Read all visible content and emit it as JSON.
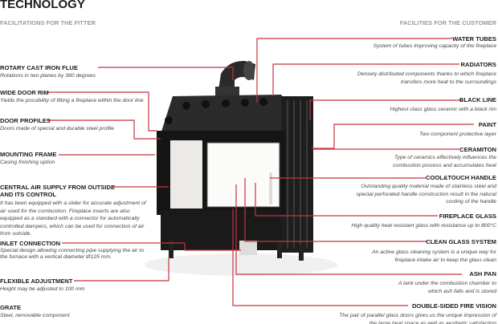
{
  "title": "TECHNOLOGY",
  "left_heading": "FACILITATIONS FOR THE FITTER",
  "right_heading": "FACILITIES FOR THE CUSTOMER",
  "accent": "#c8343f",
  "left": [
    {
      "h": "ROTARY CAST IRON FLUE",
      "d": "Rotations in two planes by 360 degrees"
    },
    {
      "h": "WIDE DOOR RIM",
      "d": "Yields the possibility of fitting a fireplace within the door line"
    },
    {
      "h": "DOOR PROFILES",
      "d": "Doors made of special and durable steel profile"
    },
    {
      "h": "MOUNTING FRAME",
      "d": "Casing finishing option"
    },
    {
      "h": "CENTRAL AIR SUPPLY FROM OUTSIDE",
      "h2": "AND ITS CONTROL",
      "d": "It has been equipped with a slider for accurate adjustment of air used for the combustion. Fireplace inserts are also equipped as a standard with a connector for automatically controlled dampers, which can be used for connection of air from outside."
    },
    {
      "h": "INLET CONNECTION",
      "d": "Special design allowing connecting pipe supplying the air to the furnace with a vertical diameter Ø125 mm."
    },
    {
      "h": "FLEXIBLE ADJUSTMENT",
      "d": "Height may be adjusted to 100 mm"
    },
    {
      "h": "GRATE",
      "d": "Steel, removable component"
    }
  ],
  "right": [
    {
      "h": "WATER TUBES",
      "d": "System of tubes improving capacity of the fireplace"
    },
    {
      "h": "RADIATORS",
      "d": "Densely distributed components thanks to which fireplace transfers more heat to the surroundings"
    },
    {
      "h": "BLACK LINE",
      "d": "Highest class glass ceramic with a black rim"
    },
    {
      "h": "PAINT",
      "d": "Two component protective layer"
    },
    {
      "h": "CERAMITON",
      "d": "Type of ceramics effectively influences the combustion process and accumulates heat"
    },
    {
      "h": "COOL&TOUCH HANDLE",
      "d": "Outstanding quality material made of stainless steel and special perforated handle construction result in the natural cooling of the handle"
    },
    {
      "h": "FIREPLACE GLASS",
      "d": "High quality heat resistant glass with resistance up to 800°C"
    },
    {
      "h": "CLEAN GLASS SYSTEM",
      "d": "An active glass cleaning system is a unique way for fireplace intake air to keep the glass clean"
    },
    {
      "h": "ASH PAN",
      "d": "A tank under the combustion chamber to which ash falls and is stored"
    },
    {
      "h": "DOUBLE-SIDED FIRE VISION",
      "d": "The pair of parallel glass doors gives us the unique impression of the large heat space as well as aesthetic satisfaction"
    }
  ]
}
